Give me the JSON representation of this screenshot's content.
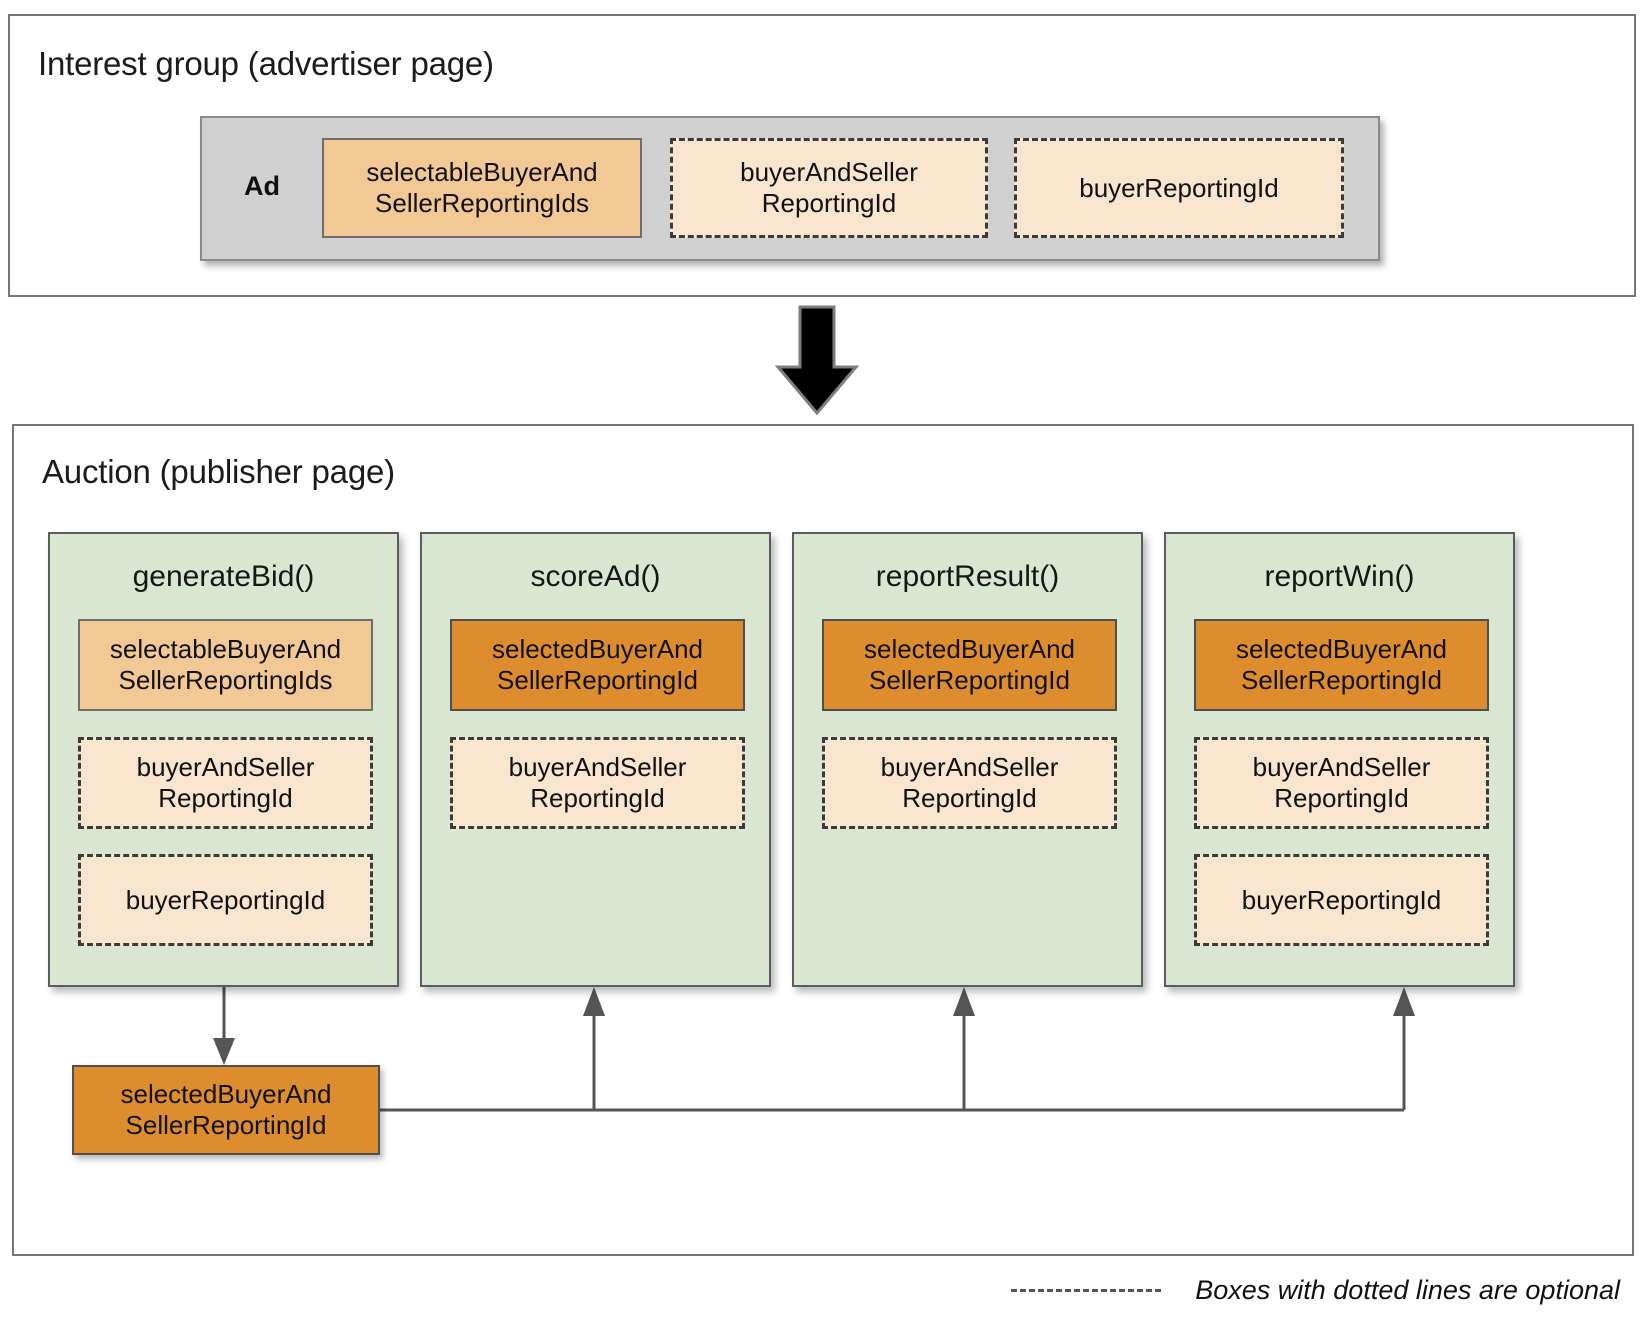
{
  "diagram": {
    "title_interest_group": "Interest group (advertiser page)",
    "title_auction": "Auction (publisher page)",
    "colors": {
      "panel_border": "#767676",
      "ad_container_bg": "#d0d0d0",
      "chip_solid_light": "#f2c894",
      "chip_solid_dark": "#dd8d2e",
      "chip_dashed_bg": "#fae5ce",
      "function_column_bg": "#d9e7d2",
      "connector": "#555555",
      "flow_arrow": "#000000"
    }
  },
  "interest_group": {
    "ad_label": "Ad",
    "chips": [
      {
        "label": "selectableBuyerAnd\nSellerReportingIds",
        "style": "solid-light"
      },
      {
        "label": "buyerAndSeller\nReportingId",
        "style": "dashed"
      },
      {
        "label": "buyerReportingId",
        "style": "dashed"
      }
    ]
  },
  "flow": {
    "arrow_icon": "down-arrow-icon"
  },
  "auction": {
    "columns": [
      {
        "name": "generateBid()",
        "chips": [
          {
            "label": "selectableBuyerAnd\nSellerReportingIds",
            "style": "solid-light"
          },
          {
            "label": "buyerAndSeller\nReportingId",
            "style": "dashed"
          },
          {
            "label": "buyerReportingId",
            "style": "dashed"
          }
        ]
      },
      {
        "name": "scoreAd()",
        "chips": [
          {
            "label": "selectedBuyerAnd\nSellerReportingId",
            "style": "solid-dark"
          },
          {
            "label": "buyerAndSeller\nReportingId",
            "style": "dashed"
          }
        ]
      },
      {
        "name": "reportResult()",
        "chips": [
          {
            "label": "selectedBuyerAnd\nSellerReportingId",
            "style": "solid-dark"
          },
          {
            "label": "buyerAndSeller\nReportingId",
            "style": "dashed"
          }
        ]
      },
      {
        "name": "reportWin()",
        "chips": [
          {
            "label": "selectedBuyerAnd\nSellerReportingId",
            "style": "solid-dark"
          },
          {
            "label": "buyerAndSeller\nReportingId",
            "style": "dashed"
          },
          {
            "label": "buyerReportingId",
            "style": "dashed"
          }
        ]
      }
    ],
    "result_box": {
      "label": "selectedBuyerAnd\nSellerReportingId",
      "style": "solid-dark"
    }
  },
  "legend": {
    "text": "Boxes with dotted lines are optional"
  }
}
